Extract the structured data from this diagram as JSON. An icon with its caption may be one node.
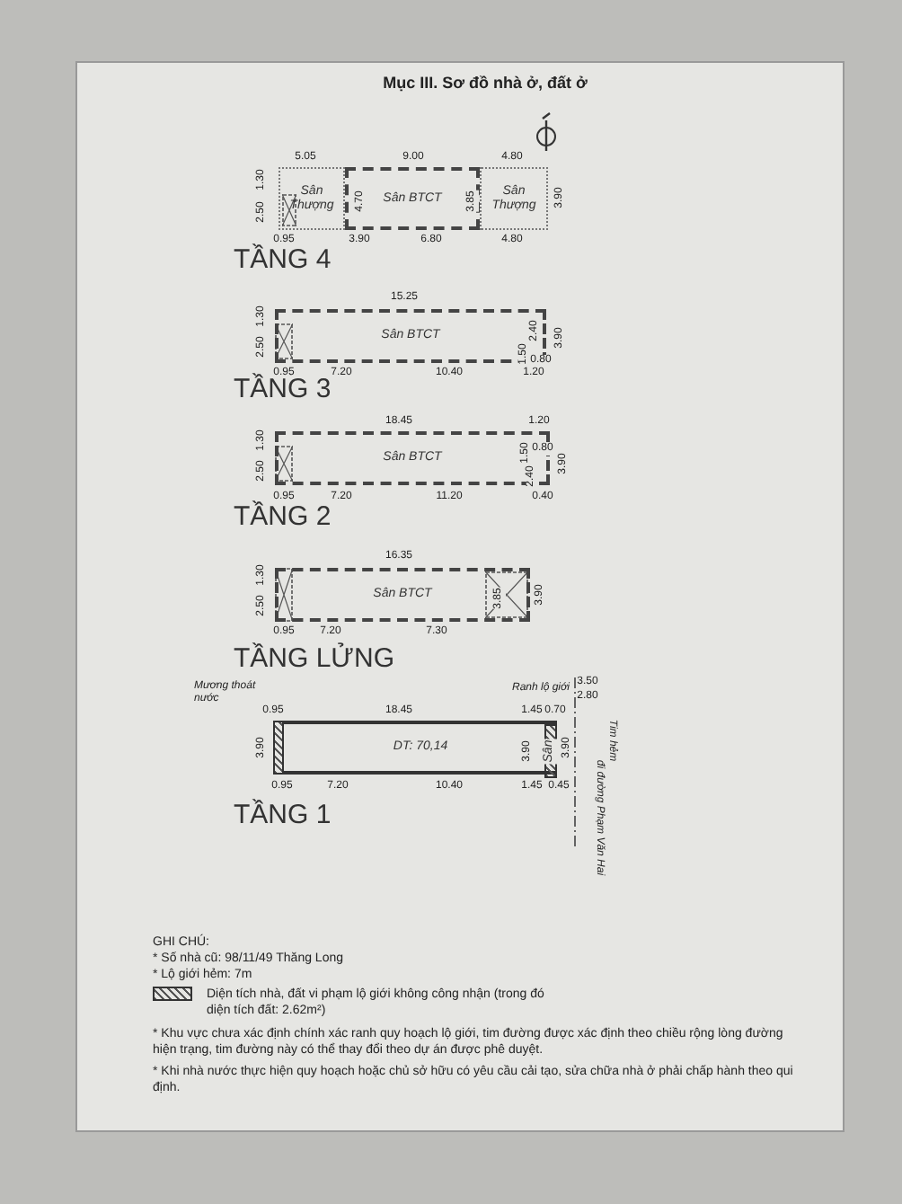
{
  "diagram": {
    "title": "Mục III. Sơ đồ nhà ở, đất ở",
    "nodes": [
      {
        "text": [
          "Sân Thượng"
        ],
        "beside": [
          "5.05",
          "1.30",
          "2.50",
          "0.95"
        ]
      },
      {
        "text": [
          "Sân BTCT",
          "4.70",
          "3.85"
        ],
        "beside": [
          "9.00",
          "3.90",
          "6.80"
        ]
      },
      {
        "text": [
          "Sân Thượng"
        ],
        "beside": [
          "4.80",
          "3.90",
          "4.80"
        ]
      },
      {
        "text": [
          "Sân BTCT",
          "2.40",
          "1.50",
          "0.80"
        ],
        "beside": [
          "15.25",
          "1.30",
          "2.50",
          "3.90",
          "0.95",
          "7.20",
          "10.40",
          "1.20"
        ]
      },
      {
        "text": [
          "Sân BTCT",
          "1.50",
          "0.80",
          "2.40"
        ],
        "beside": [
          "18.45",
          "1.20",
          "1.30",
          "2.50",
          "3.90",
          "0.95",
          "7.20",
          "11.20",
          "0.40"
        ]
      },
      {
        "text": [
          "Sân BTCT",
          "3.85"
        ],
        "beside": [
          "16.35",
          "1.30",
          "2.50",
          "3.90",
          "0.95",
          "7.20",
          "7.30"
        ]
      },
      {
        "text": [
          "DT: 70,14",
          "3.90"
        ],
        "beside": [
          "0.95",
          "18.45",
          "1.45",
          "0.70",
          "3.90",
          "3.90",
          "0.95",
          "7.20",
          "10.40",
          "1.45",
          "0.45",
          "3.50",
          "2.80"
        ]
      },
      {
        "text": [
          "Sân"
        ],
        "in": 6
      }
    ],
    "labels": [
      "TẦNG 4",
      "TẦNG 3",
      "TẦNG 2",
      "TẦNG LỬNG",
      "Mương thoát nước",
      "Ranh lộ giới",
      "Tim hẻm",
      "đi đường Phạm Văn Hai",
      "TẦNG 1",
      "GHI CHÚ:",
      "* Số nhà cũ: 98/11/49 Thăng Long",
      "* Lộ giới hẻm: 7m",
      "* Khu vực chưa xác định chính xác ranh quy hoạch lộ giới, tim đường được xác định theo chiều rộng lòng đường hiện trạng, tim đường này có thể thay đổi theo dự án được phê duyệt.",
      "* Khi nhà nước thực hiện quy hoạch hoặc chủ sở hữu có yêu cầu cải tạo, sửa chữa nhà ở phải chấp hành theo qui định."
    ],
    "legend": [
      {
        "text": "Diện tích nhà, đất vi phạm lộ giới không công nhận (trong đó diện tích đất: 2.62m²)"
      }
    ]
  }
}
